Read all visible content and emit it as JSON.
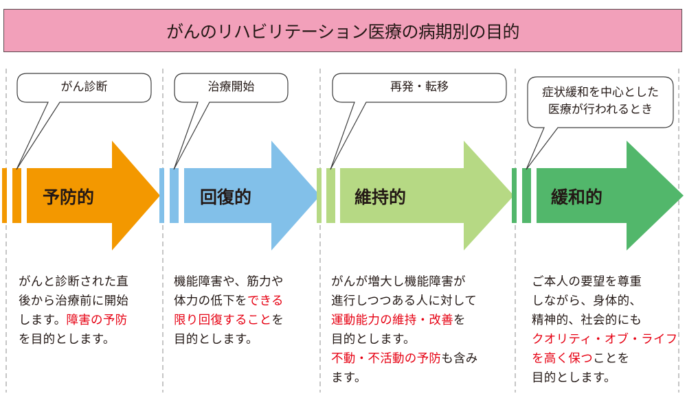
{
  "title": "がんのリハビリテーション医療の病期別の目的",
  "colors": {
    "title_bg": "#F2A0BA",
    "highlight_text": "#E60012",
    "preventive": "#F39800",
    "restorative": "#82C0E9",
    "supportive": "#B6D984",
    "palliative": "#52B76B"
  },
  "stages": [
    {
      "id": "preventive",
      "label": "予防的",
      "callout": [
        "がん診断"
      ],
      "description": [
        [
          {
            "t": "がんと診断された直"
          }
        ],
        [
          {
            "t": "後から治療前に開始"
          }
        ],
        [
          {
            "t": "します。"
          },
          {
            "t": "障害の予防",
            "hl": true
          }
        ],
        [
          {
            "t": "を目的とします。"
          }
        ]
      ]
    },
    {
      "id": "restorative",
      "label": "回復的",
      "callout": [
        "治療開始"
      ],
      "description": [
        [
          {
            "t": "機能障害や、筋力や"
          }
        ],
        [
          {
            "t": "体力の低下を"
          },
          {
            "t": "できる",
            "hl": true
          }
        ],
        [
          {
            "t": "限り回復すること",
            "hl": true
          },
          {
            "t": "を"
          }
        ],
        [
          {
            "t": "目的とします。"
          }
        ]
      ]
    },
    {
      "id": "supportive",
      "label": "維持的",
      "callout": [
        "再発・転移"
      ],
      "description": [
        [
          {
            "t": "がんが増大し機能障害が"
          }
        ],
        [
          {
            "t": "進行しつつある人に対して"
          }
        ],
        [
          {
            "t": "運動能力の維持・改善",
            "hl": true
          },
          {
            "t": "を"
          }
        ],
        [
          {
            "t": "目的とします。"
          }
        ],
        [
          {
            "t": "不動・不活動の予防",
            "hl": true
          },
          {
            "t": "も含み"
          }
        ],
        [
          {
            "t": "ます。"
          }
        ]
      ]
    },
    {
      "id": "palliative",
      "label": "緩和的",
      "callout": [
        "症状緩和を中心とした",
        "医療が行われるとき"
      ],
      "description": [
        [
          {
            "t": "ご本人の要望を尊重"
          }
        ],
        [
          {
            "t": "しながら、身体的、"
          }
        ],
        [
          {
            "t": "精神的、社会的にも"
          }
        ],
        [
          {
            "t": "クオリティ・オブ・ライフ",
            "hl": true
          }
        ],
        [
          {
            "t": "を高く保つ",
            "hl": true
          },
          {
            "t": "ことを"
          }
        ],
        [
          {
            "t": "目的とします。"
          }
        ]
      ]
    }
  ]
}
